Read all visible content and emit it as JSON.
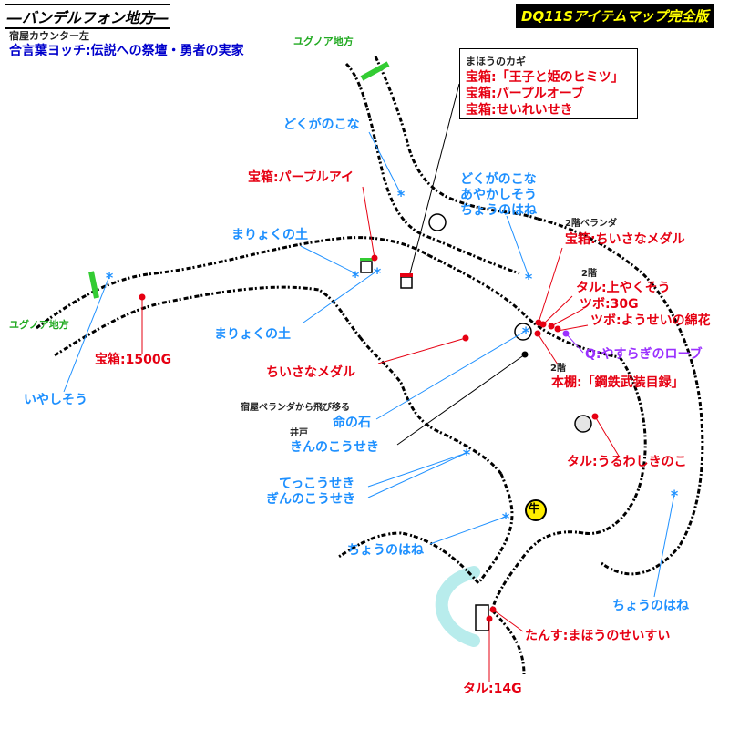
{
  "header": {
    "title": "―バンデルフォン地方―",
    "badge": "DQ11Sアイテムマップ完全版"
  },
  "inn_note": {
    "heading": "宿屋カウンター左",
    "text": "合言葉ヨッチ:伝説への祭壇・勇者の実家"
  },
  "key_box": {
    "title": "まほうのカギ",
    "items": [
      "宝箱:「王子と姫のヒミツ」",
      "宝箱:パープルオーブ",
      "宝箱:せいれいせき"
    ]
  },
  "region_labels": [
    "ユグノア地方",
    "ユグノア地方"
  ],
  "markers": {
    "shop_icon": "牛",
    "inn_icon": "宿屋"
  },
  "labels": {
    "dokuga_1": "どくがのこな",
    "purple_eye": "宝箱:パープルアイ",
    "dokuga_group": [
      "どくがのこな",
      "あやかしそう",
      "ちょうのはね"
    ],
    "veranda_note": "2階ベランダ",
    "small_medal_chest": "宝箱:ちいさなメダル",
    "mana_soil_1": "まりょくの土",
    "mana_soil_2": "まりょくの土",
    "floor2_a": "2階",
    "barrel_yakusou": "タル:上やくそう",
    "pot_30g": "ツボ:30G",
    "pot_cotton": "ツボ:ようせいの綿花",
    "quest_robe": "Q:やすらぎのローブ",
    "chest_1500": "宝箱:1500G",
    "small_medal": "ちいさなメダル",
    "floor2_b": "2階",
    "bookshelf": "本棚:「鋼鉄武装目録」",
    "iyashisou": "いやしそう",
    "veranda_jump": "宿屋ベランダから飛び移る",
    "life_stone": "命の石",
    "well": "井戸",
    "gold_ore": "きんのこうせき",
    "barrel_mushroom": "タル:うるわしきのこ",
    "iron_ore": "てっこうせき",
    "silver_ore": "ぎんのこうせき",
    "butterfly_1": "ちょうのはね",
    "butterfly_2": "ちょうのはね",
    "dresser": "たんす:まほうのせいすい",
    "barrel_14g": "タル:14G"
  },
  "colors": {
    "item_blue": "#1e90ff",
    "chest_red": "#e60012",
    "region_green": "#22aa22",
    "quest_purple": "#9b30ff",
    "water": "#b8ecec",
    "terrain": "#000000"
  }
}
